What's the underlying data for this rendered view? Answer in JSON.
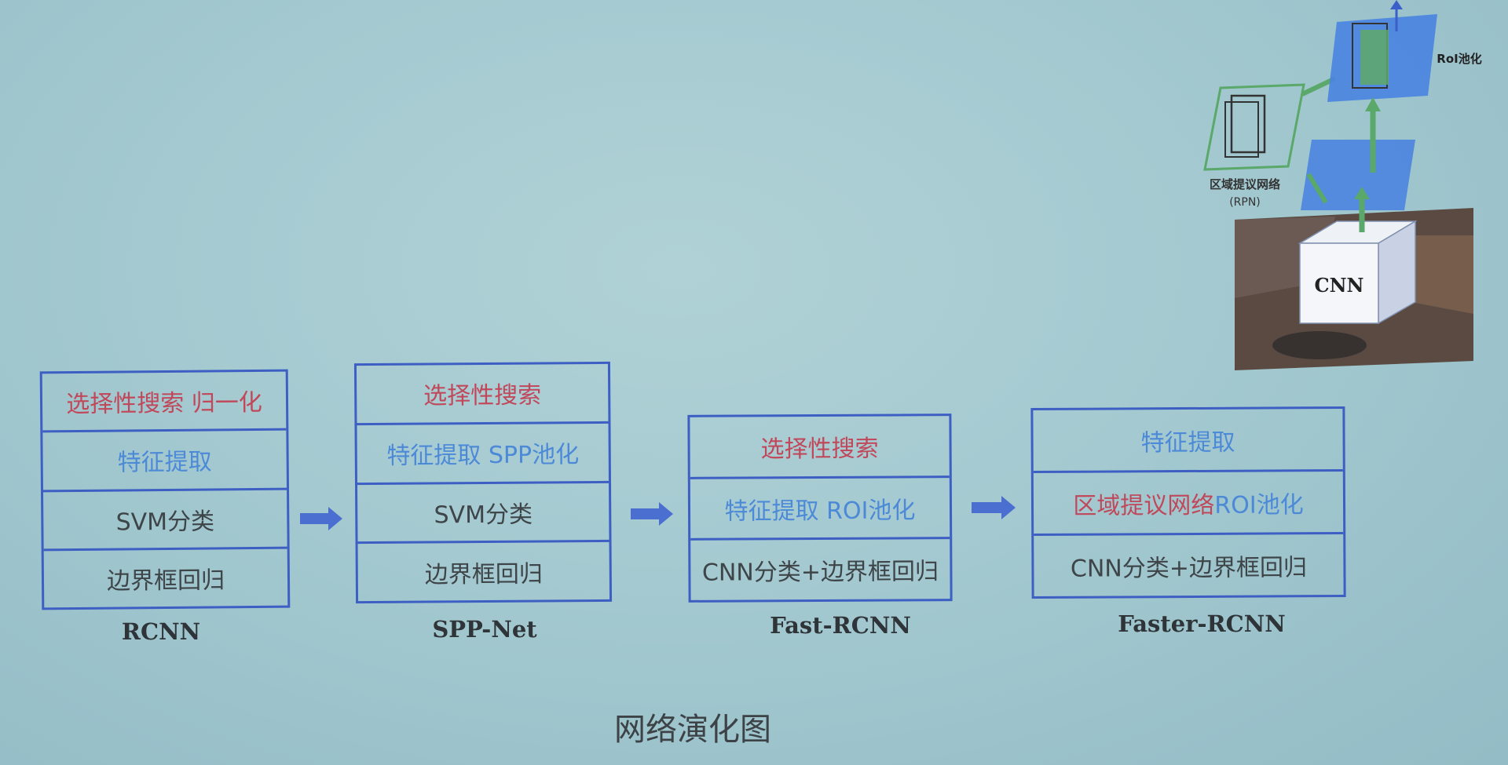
{
  "stages": [
    {
      "name": "RCNN",
      "rows": [
        {
          "parts": [
            {
              "text": "选择性搜索 归一化",
              "color": "red"
            }
          ]
        },
        {
          "parts": [
            {
              "text": "特征提取",
              "color": "blue"
            }
          ]
        },
        {
          "parts": [
            {
              "text": "SVM分类",
              "color": "dark"
            }
          ]
        },
        {
          "parts": [
            {
              "text": "边界框回归",
              "color": "dark"
            }
          ]
        }
      ]
    },
    {
      "name": "SPP-Net",
      "rows": [
        {
          "parts": [
            {
              "text": "选择性搜索",
              "color": "red"
            }
          ]
        },
        {
          "parts": [
            {
              "text": "特征提取 SPP池化",
              "color": "blue"
            }
          ]
        },
        {
          "parts": [
            {
              "text": "SVM分类",
              "color": "dark"
            }
          ]
        },
        {
          "parts": [
            {
              "text": "边界框回归",
              "color": "dark"
            }
          ]
        }
      ]
    },
    {
      "name": "Fast-RCNN",
      "rows": [
        {
          "parts": [
            {
              "text": "选择性搜索",
              "color": "red"
            }
          ]
        },
        {
          "parts": [
            {
              "text": "特征提取 ROI池化",
              "color": "blue"
            }
          ]
        },
        {
          "parts": [
            {
              "text": "CNN分类+边界框回归",
              "color": "dark"
            }
          ]
        }
      ]
    },
    {
      "name": "Faster-RCNN",
      "rows": [
        {
          "parts": [
            {
              "text": "特征提取",
              "color": "blue"
            }
          ]
        },
        {
          "parts": [
            {
              "text": "区域提议网络 ",
              "color": "red"
            },
            {
              "text": "ROI池化",
              "color": "blue"
            }
          ]
        },
        {
          "parts": [
            {
              "text": "CNN分类+边界框回归",
              "color": "dark"
            }
          ]
        }
      ]
    }
  ],
  "caption": "网络演化图",
  "inset": {
    "cnn_label": "CNN",
    "rpn_label": "区域提议网络",
    "rpn_sub_label": "(RPN)",
    "roi_label": "RoI池化"
  },
  "colors": {
    "red": "#c0485a",
    "blue": "#4c8ad8",
    "dark": "#3e4549",
    "box_border": "#3d5fc4",
    "arrow": "#4a6fd0"
  }
}
